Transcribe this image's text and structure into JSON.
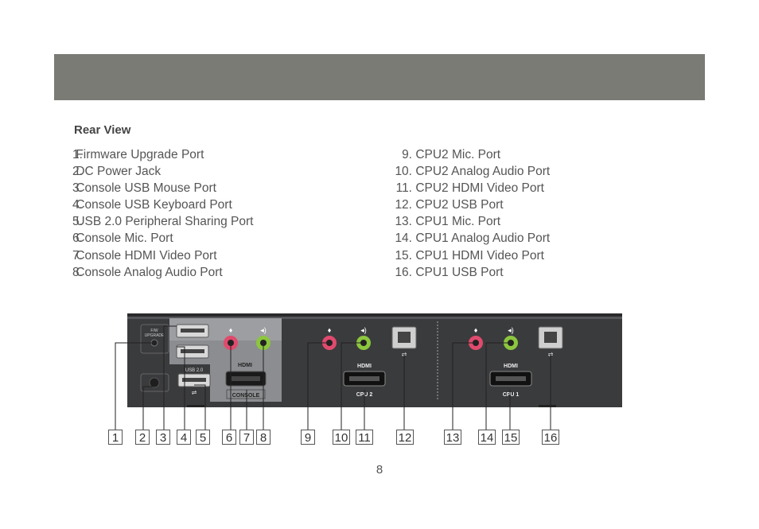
{
  "section_title": "Rear View",
  "left_items": [
    {
      "num": "1.",
      "label": "Firmware Upgrade Port"
    },
    {
      "num": "2.",
      "label": "DC Power Jack"
    },
    {
      "num": "3.",
      "label": "Console USB Mouse Port"
    },
    {
      "num": "4.",
      "label": "Console USB Keyboard Port"
    },
    {
      "num": "5.",
      "label": "USB 2.0 Peripheral Sharing Port"
    },
    {
      "num": "6.",
      "label": "Console Mic. Port"
    },
    {
      "num": "7.",
      "label": "Console HDMI Video Port"
    },
    {
      "num": "8.",
      "label": "Console Analog Audio Port"
    }
  ],
  "right_items": [
    {
      "num": "9.",
      "label": "CPU2 Mic. Port"
    },
    {
      "num": "10.",
      "label": "CPU2 Analog Audio Port"
    },
    {
      "num": "11.",
      "label": "CPU2 HDMI Video Port"
    },
    {
      "num": "12.",
      "label": "CPU2 USB Port"
    },
    {
      "num": "13.",
      "label": "CPU1 Mic. Port"
    },
    {
      "num": "14.",
      "label": "CPU1 Analog Audio Port"
    },
    {
      "num": "15.",
      "label": "CPU1 HDMI Video Port"
    },
    {
      "num": "16.",
      "label": "CPU1 USB Port"
    }
  ],
  "panel_labels": {
    "fw_upgrade": [
      "F/W",
      "UPGRADE"
    ],
    "usb20": "USB 2.0",
    "hdmi": "HDMI",
    "console": "CONSOLE",
    "cpu2": "CPU 2",
    "cpu1": "CPU 1"
  },
  "callouts": [
    "1",
    "2",
    "3",
    "4",
    "5",
    "6",
    "7",
    "8",
    "9",
    "10",
    "11",
    "12",
    "13",
    "14",
    "15",
    "16"
  ],
  "colors": {
    "banner": "#7a7b74",
    "panel": "#3a3b3d",
    "mic_jack": "#e04a6c",
    "audio_jack": "#8cc63f"
  },
  "page_number": "8"
}
